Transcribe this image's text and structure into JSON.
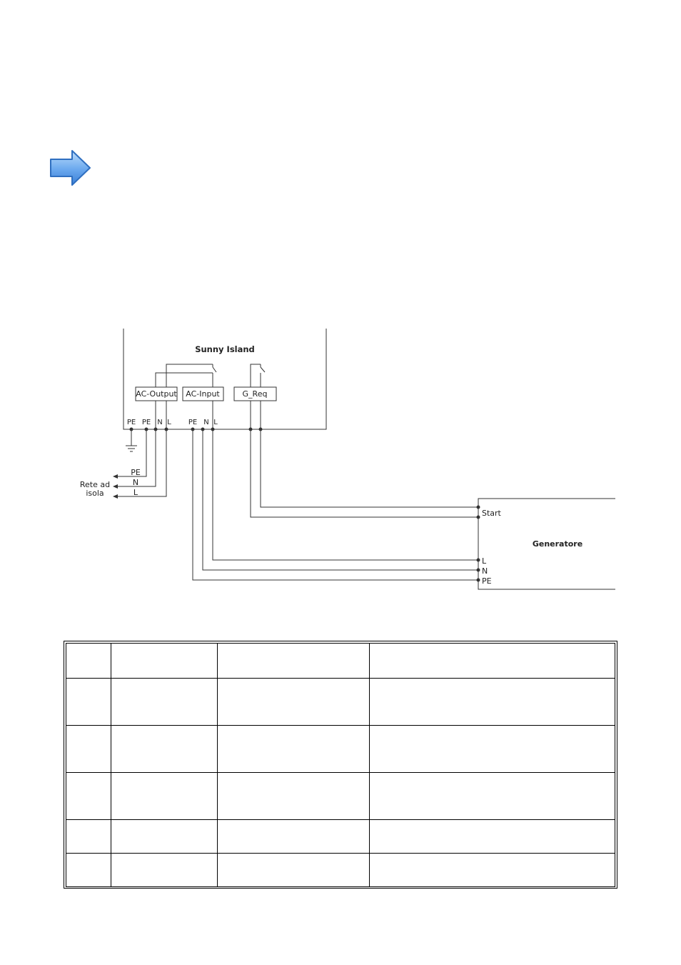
{
  "note_icon": "arrow-right-icon",
  "colors": {
    "arrow_fill": "#6aa8ee",
    "arrow_stroke": "#2f6fc0",
    "line": "#333333"
  },
  "diagram": {
    "device_label": "Sunny Island",
    "blocks": {
      "ac_output": "AC-Output",
      "ac_input": "AC-Input",
      "g_req": "G_Req"
    },
    "terminals": {
      "pe1": "PE",
      "pe2": "PE",
      "n1": "N",
      "l1": "L",
      "pe3": "PE",
      "n2": "N",
      "l2": "L"
    },
    "grid_label_line1": "Rete ad",
    "grid_label_line2": "isola",
    "grid_lines": {
      "pe": "PE",
      "n": "N",
      "l": "L"
    },
    "generator_label": "Generatore",
    "generator_terminals": {
      "start": "Start",
      "l": "L",
      "n": "N",
      "pe": "PE"
    }
  },
  "table": {
    "rows": 6,
    "cols": 4
  }
}
